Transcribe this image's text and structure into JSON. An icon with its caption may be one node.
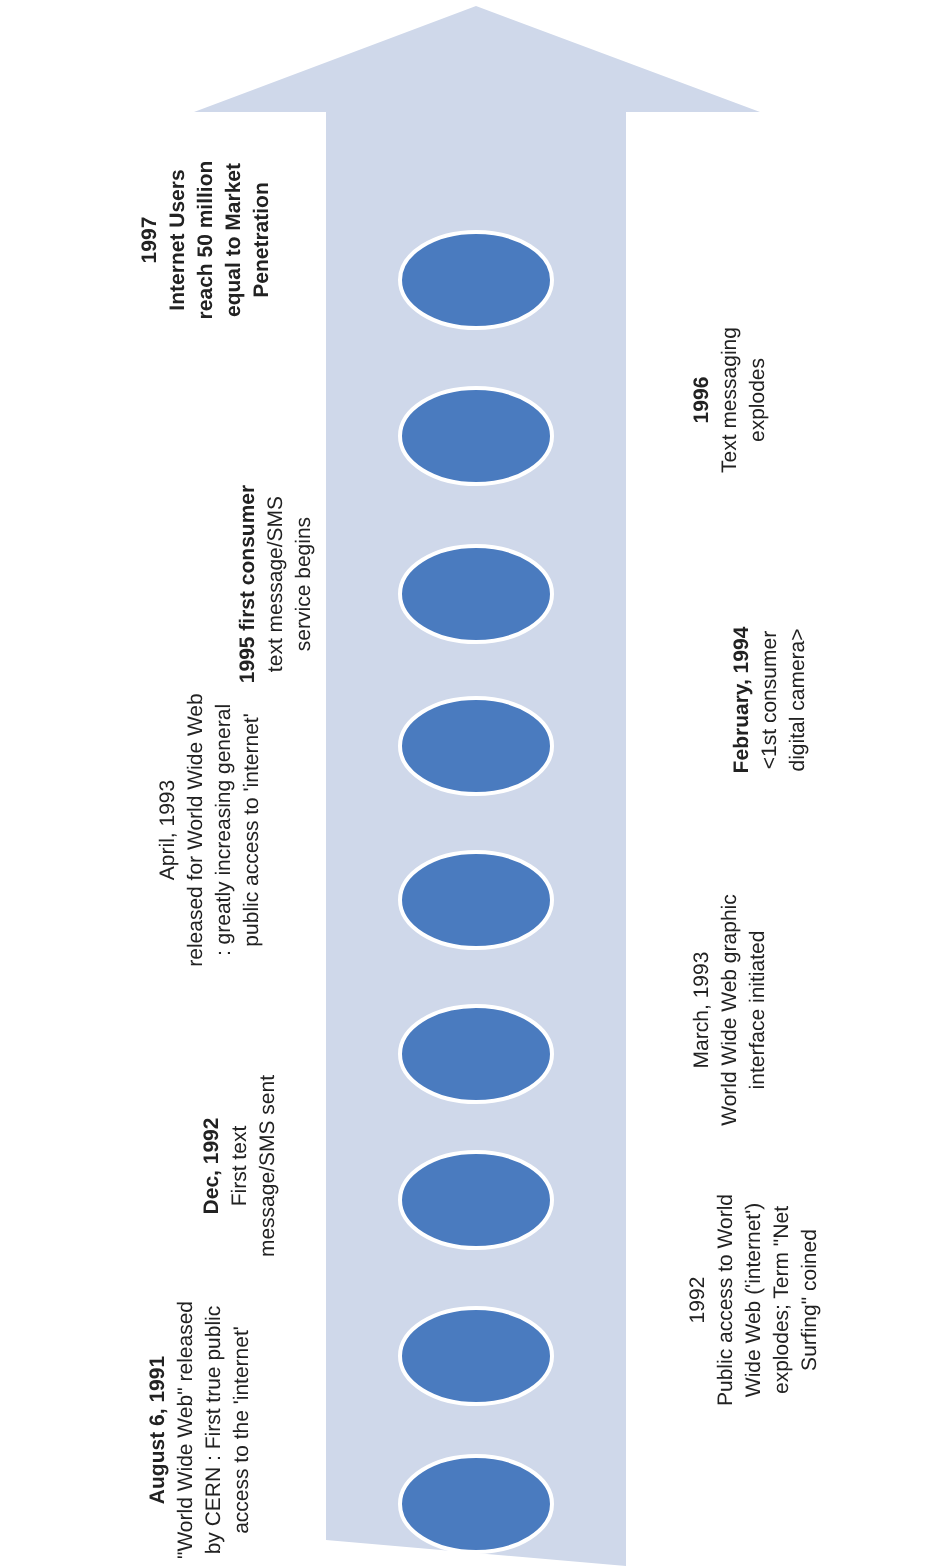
{
  "diagram": {
    "nodes": [
      {
        "text": [],
        "shape": "circle",
        "beside": [
          "1997",
          "Internet Users reach 50 million equal to Market Penetration"
        ]
      },
      {
        "text": [],
        "shape": "circle",
        "beside": [
          "1996",
          "Text messaging explodes"
        ]
      },
      {
        "text": [],
        "shape": "circle"
      },
      {
        "text": [],
        "shape": "circle",
        "beside": [
          "February, 1994",
          "<1st consumer digital camera>"
        ]
      },
      {
        "text": [],
        "shape": "circle",
        "beside": [
          "April, 1993",
          "released for World Wide Web : greatly increasing general public access to 'internet'"
        ]
      },
      {
        "text": [],
        "shape": "circle",
        "beside": [
          "March, 1993",
          "World Wide Web graphic interface initiated"
        ]
      },
      {
        "text": [],
        "shape": "circle",
        "beside": [
          "Dec, 1992",
          "First text message/SMS sent"
        ]
      },
      {
        "text": [],
        "shape": "circle",
        "beside": [
          "1992",
          "Public access to World Wide Web ('internet') explodes; Term \"Net Surfing\" coined"
        ]
      },
      {
        "text": [],
        "shape": "circle",
        "beside": [
          "August 6, 1991",
          "\"World Wide Web\" released by CERN : First true public access to the 'internet'"
        ]
      }
    ],
    "edges": [],
    "labels": [
      "**1995 first consumer** text message/SMS service begins"
    ]
  }
}
